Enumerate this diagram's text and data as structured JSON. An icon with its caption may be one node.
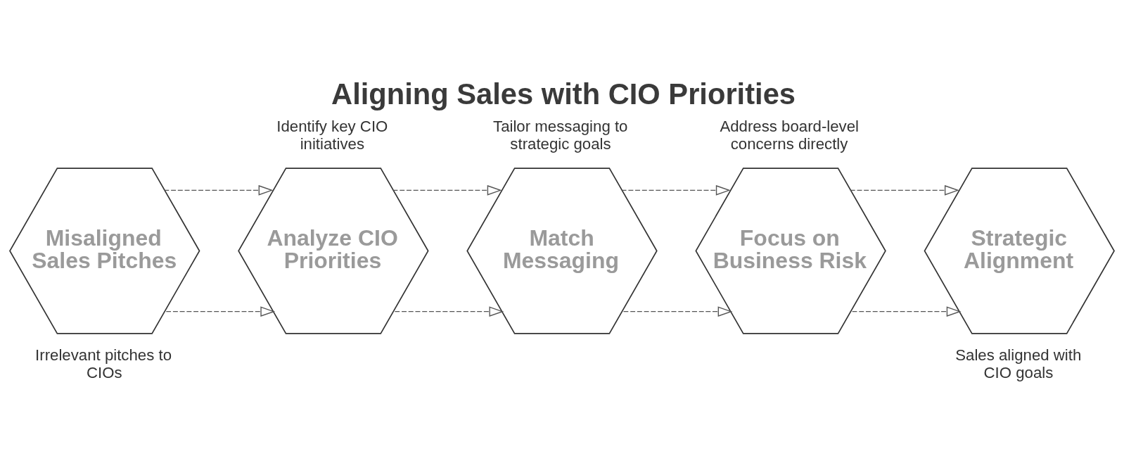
{
  "diagram": {
    "title": "Aligning Sales with CIO Priorities",
    "nodes": [
      {
        "text": [
          "Misaligned Sales Pitches"
        ],
        "beside": [
          "Irrelevant pitches to CIOs"
        ]
      },
      {
        "text": [
          "Analyze CIO Priorities"
        ],
        "beside": [
          "Identify key CIO initiatives"
        ]
      },
      {
        "text": [
          "Match Messaging"
        ],
        "beside": [
          "Tailor messaging to strategic goals"
        ]
      },
      {
        "text": [
          "Focus on Business Risk"
        ],
        "beside": [
          "Address board-level concerns directly"
        ]
      },
      {
        "text": [
          "Strategic Alignment"
        ],
        "beside": [
          "Sales aligned with CIO goals"
        ]
      }
    ],
    "edges": [
      {
        "from": 0,
        "to": 1,
        "arrow": "to",
        "style": "dashed"
      },
      {
        "from": 1,
        "to": 2,
        "arrow": "to",
        "style": "dashed"
      },
      {
        "from": 2,
        "to": 3,
        "arrow": "to",
        "style": "dashed"
      },
      {
        "from": 3,
        "to": 4,
        "arrow": "to",
        "style": "dashed"
      },
      {
        "from": 0,
        "to": 1,
        "arrow": "to",
        "style": "dashed"
      },
      {
        "from": 1,
        "to": 2,
        "arrow": "to",
        "style": "dashed"
      },
      {
        "from": 2,
        "to": 3,
        "arrow": "to",
        "style": "dashed"
      },
      {
        "from": 3,
        "to": 4,
        "arrow": "to",
        "style": "dashed"
      }
    ]
  }
}
